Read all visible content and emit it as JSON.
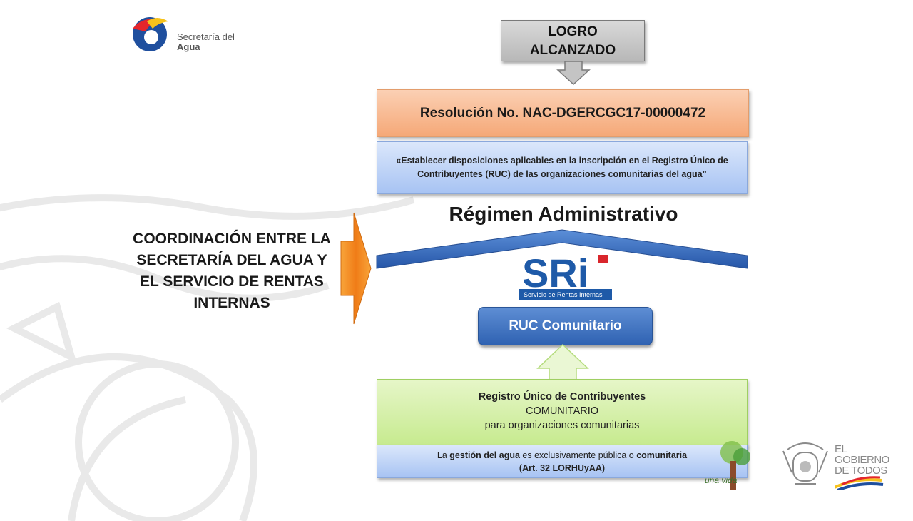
{
  "logo": {
    "line1": "Secretaría del",
    "line2": "Agua"
  },
  "logro": {
    "line1": "LOGRO",
    "line2": "ALCANZADO"
  },
  "resolucion": "Resolución No. NAC-DGERCGC17-00000472",
  "disposiciones": "«Establecer disposiciones aplicables en la inscripción en el Registro Único de Contribuyentes (RUC) de las organizaciones comunitarias del agua”",
  "regimen": "Régimen Administrativo",
  "sri": {
    "letters": "SRi",
    "subtitle": "Servicio de Rentas Internas"
  },
  "ruc_button": "RUC Comunitario",
  "registro": {
    "line1": "Registro Único de Contribuyentes",
    "line2": "COMUNITARIO",
    "line3": "para organizaciones comunitarias"
  },
  "gestion": {
    "p1": "La ",
    "b1": "gestión del agua",
    "p2": " es exclusivamente pública o ",
    "b2": "comunitaria",
    "line2": "(Art. 32 LORHUyAA)"
  },
  "coordinacion": "COORDINACIÓN ENTRE LA SECRETARÍA DEL AGUA Y EL SERVICIO DE RENTAS INTERNAS",
  "tree_logo": "una vida",
  "gobierno": {
    "l1": "EL",
    "l2": "GOBIERNO",
    "l3": "DE TODOS"
  },
  "colors": {
    "orange_box": "#f5a877",
    "blue_box": "#a7c3f3",
    "green_box": "#c6ea8e",
    "ruc_blue": "#2f62b2",
    "sri_blue": "#1e5aa8",
    "sri_red": "#d9262c"
  }
}
